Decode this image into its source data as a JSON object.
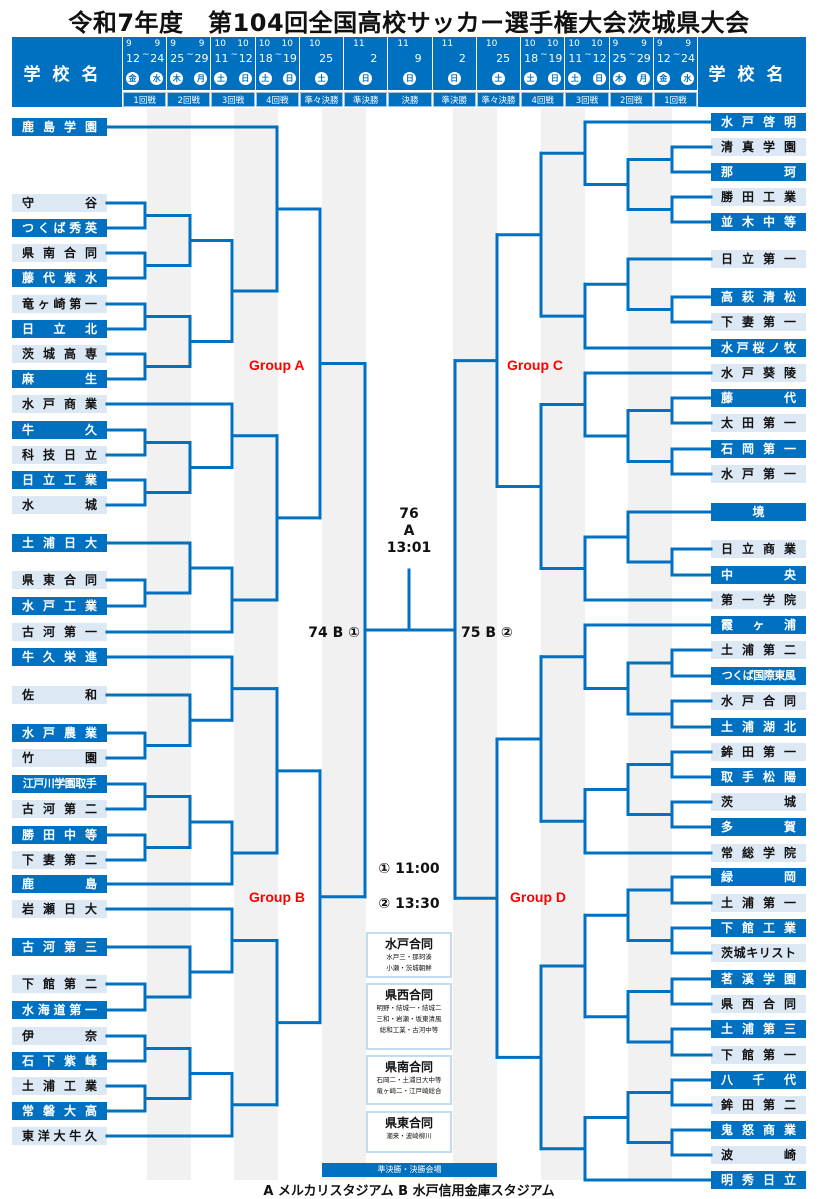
{
  "title": "令和7年度　第104回全国高校サッカー選手権大会茨城県大会",
  "school_header": "学校名",
  "colors": {
    "accent": "#0070c0",
    "light": "#dde8f5",
    "group_label": "#ff0000"
  },
  "schedule": [
    {
      "round": "1回戦",
      "start_month": "9",
      "start_day": "12",
      "end_month": "9",
      "end_day": "24",
      "days": [
        "金",
        "水"
      ]
    },
    {
      "round": "2回戦",
      "start_month": "9",
      "start_day": "25",
      "end_month": "9",
      "end_day": "29",
      "days": [
        "木",
        "月"
      ]
    },
    {
      "round": "3回戦",
      "start_month": "10",
      "start_day": "11",
      "end_month": "10",
      "end_day": "12",
      "days": [
        "土",
        "日"
      ]
    },
    {
      "round": "4回戦",
      "start_month": "10",
      "start_day": "18",
      "end_month": "10",
      "end_day": "19",
      "days": [
        "土",
        "日"
      ]
    },
    {
      "round": "準々決勝",
      "start_month": "10",
      "start_day": "25",
      "days": [
        "土"
      ]
    },
    {
      "round": "準決勝",
      "start_month": "11",
      "start_day": "2",
      "days": [
        "日"
      ]
    },
    {
      "round": "決勝",
      "start_month": "11",
      "start_day": "9",
      "days": [
        "日"
      ]
    },
    {
      "round": "準決勝",
      "start_month": "11",
      "start_day": "2",
      "days": [
        "日"
      ]
    },
    {
      "round": "準々決勝",
      "start_month": "10",
      "start_day": "25",
      "days": [
        "土"
      ]
    },
    {
      "round": "4回戦",
      "start_month": "10",
      "start_day": "18",
      "end_month": "10",
      "end_day": "19",
      "days": [
        "土",
        "日"
      ]
    },
    {
      "round": "3回戦",
      "start_month": "10",
      "start_day": "11",
      "end_month": "10",
      "end_day": "12",
      "days": [
        "土",
        "日"
      ]
    },
    {
      "round": "2回戦",
      "start_month": "9",
      "start_day": "25",
      "end_month": "9",
      "end_day": "29",
      "days": [
        "木",
        "月"
      ]
    },
    {
      "round": "1回戦",
      "start_month": "9",
      "start_day": "12",
      "end_month": "9",
      "end_day": "24",
      "days": [
        "金",
        "水"
      ]
    }
  ],
  "left_teams": [
    "鹿島学園",
    "守谷",
    "つくば秀英",
    "県南合同",
    "藤代紫水",
    "竜ヶ崎第一",
    "日立北",
    "茨城高専",
    "麻生",
    "水戸商業",
    "牛久",
    "科技日立",
    "日立工業",
    "水城",
    "土浦日大",
    "県東合同",
    "水戸工業",
    "古河第一",
    "牛久栄進",
    "佐和",
    "水戸農業",
    "竹園",
    "江戸川学園取手",
    "古河第二",
    "勝田中等",
    "下妻第二",
    "鹿島",
    "岩瀬日大",
    "古河第三",
    "下館第二",
    "水海道第一",
    "伊奈",
    "石下紫峰",
    "土浦工業",
    "常磐大高",
    "東洋大牛久"
  ],
  "right_teams": [
    "水戸啓明",
    "清真学園",
    "那珂",
    "勝田工業",
    "並木中等",
    "日立第一",
    "高萩清松",
    "下妻第一",
    "水戸桜ノ牧",
    "水戸葵陵",
    "藤代",
    "太田第一",
    "石岡第一",
    "水戸第一",
    "境",
    "日立商業",
    "中央",
    "第一学院",
    "霞ヶ浦",
    "土浦第二",
    "つくば国際東風",
    "水戸合同",
    "土浦湖北",
    "鉾田第一",
    "取手松陽",
    "茨城",
    "多賀",
    "常総学院",
    "緑岡",
    "土浦第一",
    "下館工業",
    "茨城キリスト",
    "茗溪学園",
    "県西合同",
    "土浦第三",
    "下館第一",
    "八千代",
    "鉾田第二",
    "鬼怒商業",
    "波崎",
    "明秀日立"
  ],
  "groups": {
    "a": "Group A",
    "b": "Group B",
    "c": "Group C",
    "d": "Group D"
  },
  "final": {
    "match_no": "76",
    "venue": "A",
    "time": "13:01"
  },
  "semifinals": {
    "left": "74 B ①",
    "right": "75 B ②",
    "time1": "① 11:00",
    "time2": "② 13:30"
  },
  "joint_teams": [
    {
      "name": "水戸合同",
      "members": [
        "水戸三・那珂湊",
        "小瀬・茨城朝鮮"
      ]
    },
    {
      "name": "県西合同",
      "members": [
        "明野・結城一・結城二",
        "三和・岩瀬・坂東清風",
        "総和工業・古河中等"
      ]
    },
    {
      "name": "県南合同",
      "members": [
        "石岡二・土浦日大中等",
        "竜ヶ崎二・江戸崎総合"
      ]
    },
    {
      "name": "県東合同",
      "members": [
        "潮来・波崎柳川"
      ]
    }
  ],
  "venue_bar": "準決勝・決勝会場",
  "footer": "A  メルカリスタジアム   B  水戸信用金庫スタジアム"
}
